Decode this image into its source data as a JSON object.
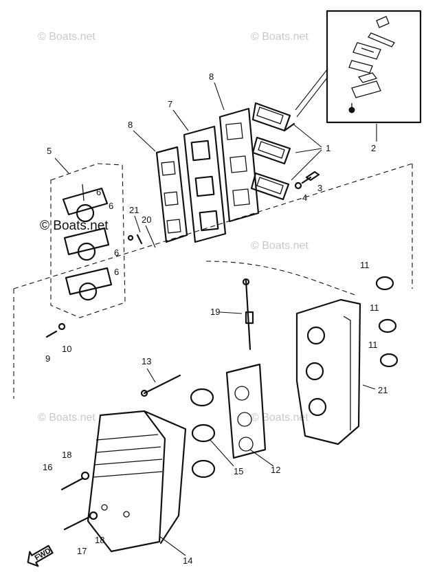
{
  "watermark": {
    "text": "© Boats.net",
    "text_overlay": "© Boats.net"
  },
  "fwd_label": "FWD",
  "callouts": {
    "c1": "1",
    "c2": "2",
    "c3": "3",
    "c4": "4",
    "c5": "5",
    "c6a": "6",
    "c6b": "6",
    "c6c": "6",
    "c6d": "6",
    "c7": "7",
    "c8a": "8",
    "c8b": "8",
    "c9": "9",
    "c10": "10",
    "c11a": "11",
    "c11b": "11",
    "c11c": "11",
    "c12": "12",
    "c13": "13",
    "c14": "14",
    "c15": "15",
    "c16": "16",
    "c17": "17",
    "c18a": "18",
    "c18b": "18",
    "c19": "19",
    "c20": "20",
    "c21a": "21",
    "c21b": "21"
  }
}
